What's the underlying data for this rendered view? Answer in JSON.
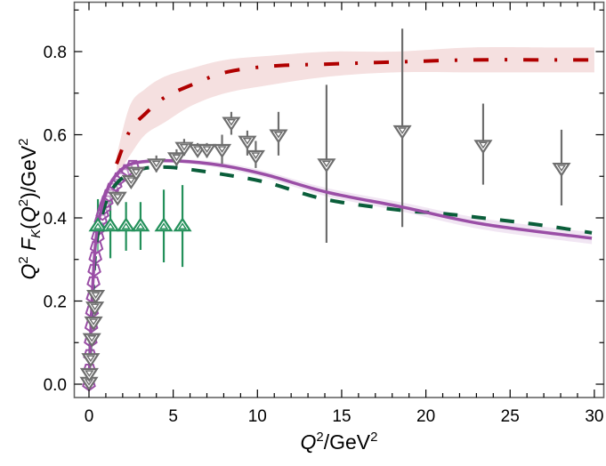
{
  "chart_data": {
    "type": "line",
    "title": "",
    "xlabel": "Q^2/GeV^2",
    "ylabel": "Q^2 F_K(Q^2)/GeV^2",
    "xlim": [
      -0.9,
      30.6
    ],
    "ylim": [
      -0.03,
      0.92
    ],
    "x_ticks": [
      0,
      5,
      10,
      15,
      20,
      25,
      30
    ],
    "x_tick_labels": [
      "0",
      "5",
      "10",
      "15",
      "20",
      "25",
      "30"
    ],
    "y_ticks": [
      0.0,
      0.2,
      0.4,
      0.6,
      0.8
    ],
    "y_tick_labels": [
      "0.0",
      "0.2",
      "0.4",
      "0.6",
      "0.8"
    ],
    "grid": false,
    "legend": null,
    "colors": {
      "red_curve": "#b00000",
      "red_band": "#f5e0e0",
      "purple_curve": "#9a4ea6",
      "purple_band": "#f1e6f3",
      "green_dashed": "#0a5e3a",
      "green_points": "#23905a",
      "gray_points": "#6e6e6e",
      "frame": "#666666"
    },
    "series": [
      {
        "name": "red dash-dot curve",
        "style": "dash-dot",
        "color": "#b00000",
        "x": [
          1.64,
          2.43,
          3.33,
          4.5,
          6.1,
          8.1,
          10.8,
          14.3,
          18.2,
          22.7,
          27.5,
          30.0
        ],
        "y": [
          0.53,
          0.61,
          0.65,
          0.69,
          0.72,
          0.75,
          0.765,
          0.77,
          0.775,
          0.78,
          0.78,
          0.78
        ],
        "band_upper": [
          0.55,
          0.67,
          0.71,
          0.74,
          0.76,
          0.78,
          0.79,
          0.8,
          0.8,
          0.81,
          0.81,
          0.81
        ],
        "band_lower": [
          0.5,
          0.55,
          0.6,
          0.63,
          0.67,
          0.7,
          0.72,
          0.74,
          0.75,
          0.75,
          0.75,
          0.75
        ]
      },
      {
        "name": "purple solid curve",
        "style": "solid",
        "color": "#9a4ea6",
        "x": [
          0,
          0.2,
          0.42,
          0.8,
          1.32,
          2.11,
          3.17,
          5.28,
          7.92,
          10.57,
          14.1,
          18.6,
          23.4,
          29.85
        ],
        "y": [
          0.0,
          0.218,
          0.351,
          0.432,
          0.486,
          0.522,
          0.535,
          0.537,
          0.526,
          0.503,
          0.462,
          0.426,
          0.385,
          0.351
        ],
        "band_halfwidth": [
          0.0,
          0.01,
          0.01,
          0.01,
          0.01,
          0.005,
          0.005,
          0.005,
          0.007,
          0.008,
          0.01,
          0.011,
          0.013,
          0.014
        ]
      },
      {
        "name": "green dashed curve",
        "style": "dashed",
        "color": "#0a5e3a",
        "x": [
          0,
          0.2,
          0.42,
          0.8,
          1.32,
          2.11,
          3.17,
          4.2,
          5.28,
          7.92,
          10.57,
          14.1,
          18.6,
          21.1,
          26.4,
          29.85
        ],
        "y": [
          0.0,
          0.2,
          0.33,
          0.41,
          0.465,
          0.5,
          0.518,
          0.522,
          0.52,
          0.505,
          0.485,
          0.444,
          0.418,
          0.41,
          0.385,
          0.364
        ]
      },
      {
        "name": "green open triangles (up) with error bars",
        "style": "markers",
        "marker": "triangle-up",
        "color": "#23905a",
        "x": [
          0.53,
          1.27,
          2.2,
          3.06,
          4.44,
          5.55
        ],
        "y": [
          0.38,
          0.38,
          0.38,
          0.38,
          0.38,
          0.38
        ],
        "y_err_upper": [
          0.445,
          0.453,
          0.438,
          0.438,
          0.468,
          0.479
        ],
        "y_err_lower": [
          0.318,
          0.303,
          0.321,
          0.323,
          0.293,
          0.282
        ]
      },
      {
        "name": "gray open triangles (down) with error bars",
        "style": "markers",
        "marker": "triangle-down",
        "color": "#6e6e6e",
        "x": [
          0.0,
          0.02,
          0.1,
          0.17,
          0.27,
          0.35,
          0.4,
          1.7,
          2.5,
          2.8,
          4.0,
          5.2,
          5.65,
          6.45,
          7.0,
          7.9,
          8.45,
          9.4,
          9.9,
          11.25,
          14.1,
          18.6,
          23.4,
          28.05
        ],
        "y": [
          0.005,
          0.026,
          0.062,
          0.11,
          0.15,
          0.186,
          0.214,
          0.45,
          0.49,
          0.51,
          0.53,
          0.545,
          0.57,
          0.565,
          0.565,
          0.565,
          0.63,
          0.585,
          0.55,
          0.6,
          0.53,
          0.61,
          0.575,
          0.52
        ],
        "y_err_upper": [
          null,
          null,
          null,
          null,
          null,
          null,
          null,
          null,
          null,
          null,
          0.55,
          0.565,
          0.59,
          0.58,
          0.58,
          0.6,
          0.655,
          0.61,
          0.585,
          0.655,
          0.72,
          0.855,
          0.675,
          0.612
        ],
        "y_err_lower": [
          null,
          null,
          null,
          null,
          null,
          null,
          null,
          null,
          null,
          null,
          0.51,
          0.52,
          0.55,
          0.55,
          0.545,
          0.53,
          0.6,
          0.55,
          0.52,
          0.55,
          0.34,
          0.378,
          0.48,
          0.43
        ]
      },
      {
        "name": "purple open pentagons",
        "style": "markers",
        "marker": "pentagon",
        "color": "#9a4ea6",
        "x": [
          0.0,
          0.03,
          0.06,
          0.1,
          0.14,
          0.18,
          0.22,
          0.27,
          0.32,
          0.38,
          0.45,
          0.52,
          0.6,
          0.7,
          0.8,
          0.92,
          1.05,
          1.2,
          1.38,
          1.58,
          1.8,
          2.05,
          2.3,
          2.6
        ],
        "y": [
          0.0,
          0.035,
          0.07,
          0.105,
          0.14,
          0.175,
          0.21,
          0.245,
          0.275,
          0.305,
          0.33,
          0.355,
          0.375,
          0.395,
          0.41,
          0.425,
          0.44,
          0.455,
          0.47,
          0.48,
          0.495,
          0.505,
          0.515,
          0.525
        ]
      }
    ]
  }
}
